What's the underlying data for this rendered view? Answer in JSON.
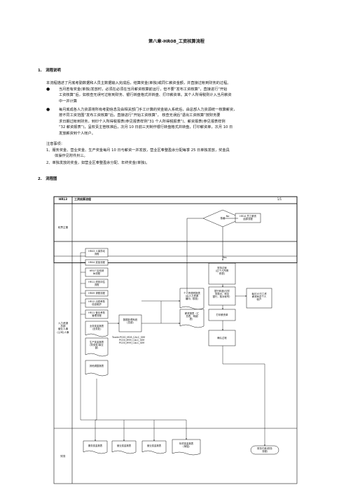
{
  "doc": {
    "title": "第八章-HR08_工资核算流程",
    "sec1_heading": "1.　流程说明",
    "p1": "本流程描述了月底考勤数据和人员主数据输入完成后，结算奖金(单独)或同仁薪资金额，并直接过帐到财务的过程。",
    "b1_line1": "当月若有奖金(单独)发放时，必须在必须在当月薪资核算前运行，但不要“发布工资核算”，直接进行“开始",
    "b1_line2": "工资核算”后，如核查无误可过帐到财务、银行转盘格式并转盘、打印薪资单。其个人所得税则计入当月薪资",
    "b1_line3": "中一并计算",
    "b2_line1": "每月底成各人力资源将所有考勤信息及由相关部门手工计算的奖金输入系统后，由总部人力资源统一核算薪资，",
    "b2_line2": "按不同工资范围“发布工资核算”后，直接进行“开始工资核算”， 核查无误后“退出工资核算”按财务要",
    "b2_line3": "求日期过帐到财务，到印个人所得税报表(参见报表样例“31 个人所得税报表”)、薪资报表(参见报表样例",
    "b2_line4": "“32 薪资报表”)，呈权责主管核准后，次月 10 日前三天制作银行转盘格式并转盘，打印薪资单，次月 10 日",
    "b2_line5": "发放薪资到个人帐户。",
    "note_title": "注意事项：",
    "note1_line1": "1、服务奖金、营业奖金、生产奖金每月 10 日与薪资一并发放，营业区奉整盈余分配每季 25 日单独发放，奖金具",
    "note1_line2": "体操作见附件卅三。",
    "note2": "2、单独发放的奖金，如营业区奉整盈余分配、年终奖金(单独)。",
    "sec2_heading": "2.　流程图"
  },
  "flow": {
    "code": "HR13",
    "name": "工资核算流程",
    "page": "1/1",
    "lane_top": "权责主管",
    "lane_mid_1": "人力资源",
    "lane_mid_2": "总部",
    "lane_mid_3": "营业人事",
    "lane_mid_4": "(公司)人事",
    "lane_bottom": "财务",
    "approve": "核准",
    "yes_label": "Yes",
    "no_label": "No",
    "hr14_line1": "HR14 员工薪资",
    "hr14_line2": "结算流程",
    "src_hr03_1": "HR03 人事异动",
    "src_hr03_2": "流程",
    "src_hr04": "HR04 奖惩流程",
    "src_hr07_1": "HR07 加班请",
    "src_hr07_2": "休流程",
    "src_hr11_1": "HR11 绩效评估",
    "src_hr11_2": "流程",
    "src_hr09": "HR09 请假流程",
    "src_hr12_1": "HR12 出勤考勤",
    "src_hr12_2": "信息维护",
    "src_hr11b_1": "HR11 营业考勤",
    "src_hr11b_2": "管理流程",
    "bonus_a_1": "业务奖金报表",
    "bonus_a_2": "(业务处)",
    "bonus_b_1": "生产奖金报表",
    "bonus_b_2": "(财务处/事业",
    "bonus_b_3": "部)",
    "other_bonus": "其他调整报表",
    "data_entry_1": "数据处理系统",
    "data_entry_2": "(总部)",
    "tcode_1": "Tcode:PC00_M28_CALC_SIM",
    "tcode_2": "PC00_M99_CALC_SIM",
    "tcode_3": "PC00_M99_CALC_SIM",
    "tax_report_1": "个人所得税报表",
    "tax_report_2": "(由人力资源",
    "tax_report_3": "编印，核准)",
    "salary_report_1": "薪资报表（汇",
    "salary_report_2": "总表、明细",
    "salary_report_3": "表）",
    "step_post_1": "财务过帐",
    "step_post_2": "(过个人所得",
    "step_post_3": "税表)",
    "step_bank_1": "银行转盘(与财",
    "step_bank_2": "务核对，转至",
    "step_bank_3": "银行，核对帐号）",
    "step_slip": "打印薪资单",
    "step_confirm": "确认过帐",
    "step_deposit_1": "每月10日工资",
    "step_deposit_2": "薪资转至个人",
    "step_deposit_3": "帐户",
    "fin_doc_1": "服务奖金报表",
    "fin_doc_2": "营业奖金报表",
    "fin_doc_3": "营业奖金报表",
    "fin_doc_4": "年终奖金报表",
    "fin_doc_4b": "(单独)",
    "fin_end_1": "财务付款(财务",
    "fin_end_2": "流程)"
  }
}
